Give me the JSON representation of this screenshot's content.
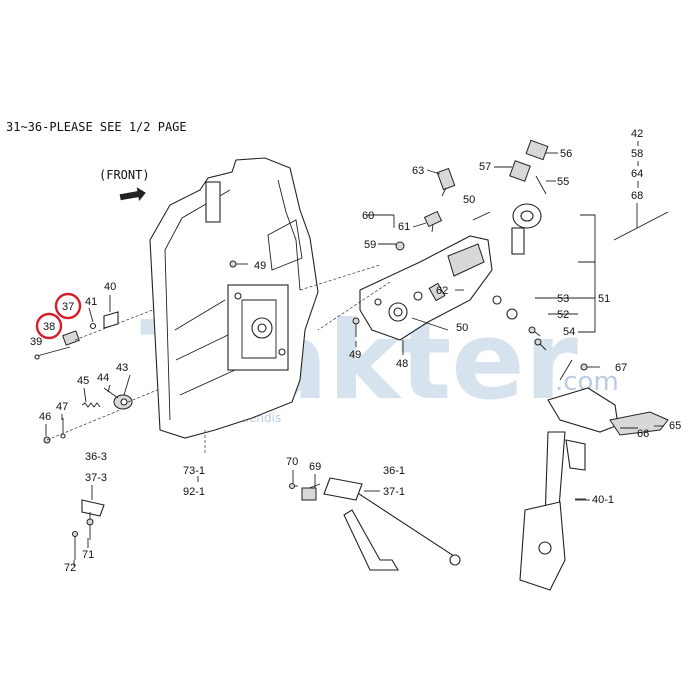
{
  "header_note": "31~36-PLEASE SEE 1/2 PAGE",
  "front_label": "(FRONT)",
  "watermark": {
    "brand": "Trakter",
    "suffix": ".com",
    "site": "traktoraletlendis"
  },
  "callouts": {
    "c37": "37",
    "c38": "38",
    "c39": "39",
    "c40": "40",
    "c41": "41",
    "c43": "43",
    "c44": "44",
    "c45": "45",
    "c46": "46",
    "c47": "47",
    "c49a": "49",
    "c49b": "49",
    "c50a": "50",
    "c50b": "50",
    "c51": "51",
    "c52": "52",
    "c53": "53",
    "c54": "54",
    "c55": "55",
    "c56": "56",
    "c57": "57",
    "c59": "59",
    "c60": "60",
    "c61": "61",
    "c62": "62",
    "c63": "63",
    "c65": "65",
    "c66": "66",
    "c67": "67",
    "c69": "69",
    "c70": "70",
    "c71": "71",
    "c72": "72",
    "c48": "48",
    "c42": "42",
    "c58": "58",
    "c64": "64",
    "c68": "68",
    "c73_1": "73-1",
    "c92_1": "92-1",
    "c36_1": "36-1",
    "c37_1": "37-1",
    "c36_3": "36-3",
    "c37_3": "37-3",
    "c40_1": "40-1"
  },
  "highlight_color": "#d41f2b",
  "highlighted_parts": [
    "37",
    "38"
  ]
}
